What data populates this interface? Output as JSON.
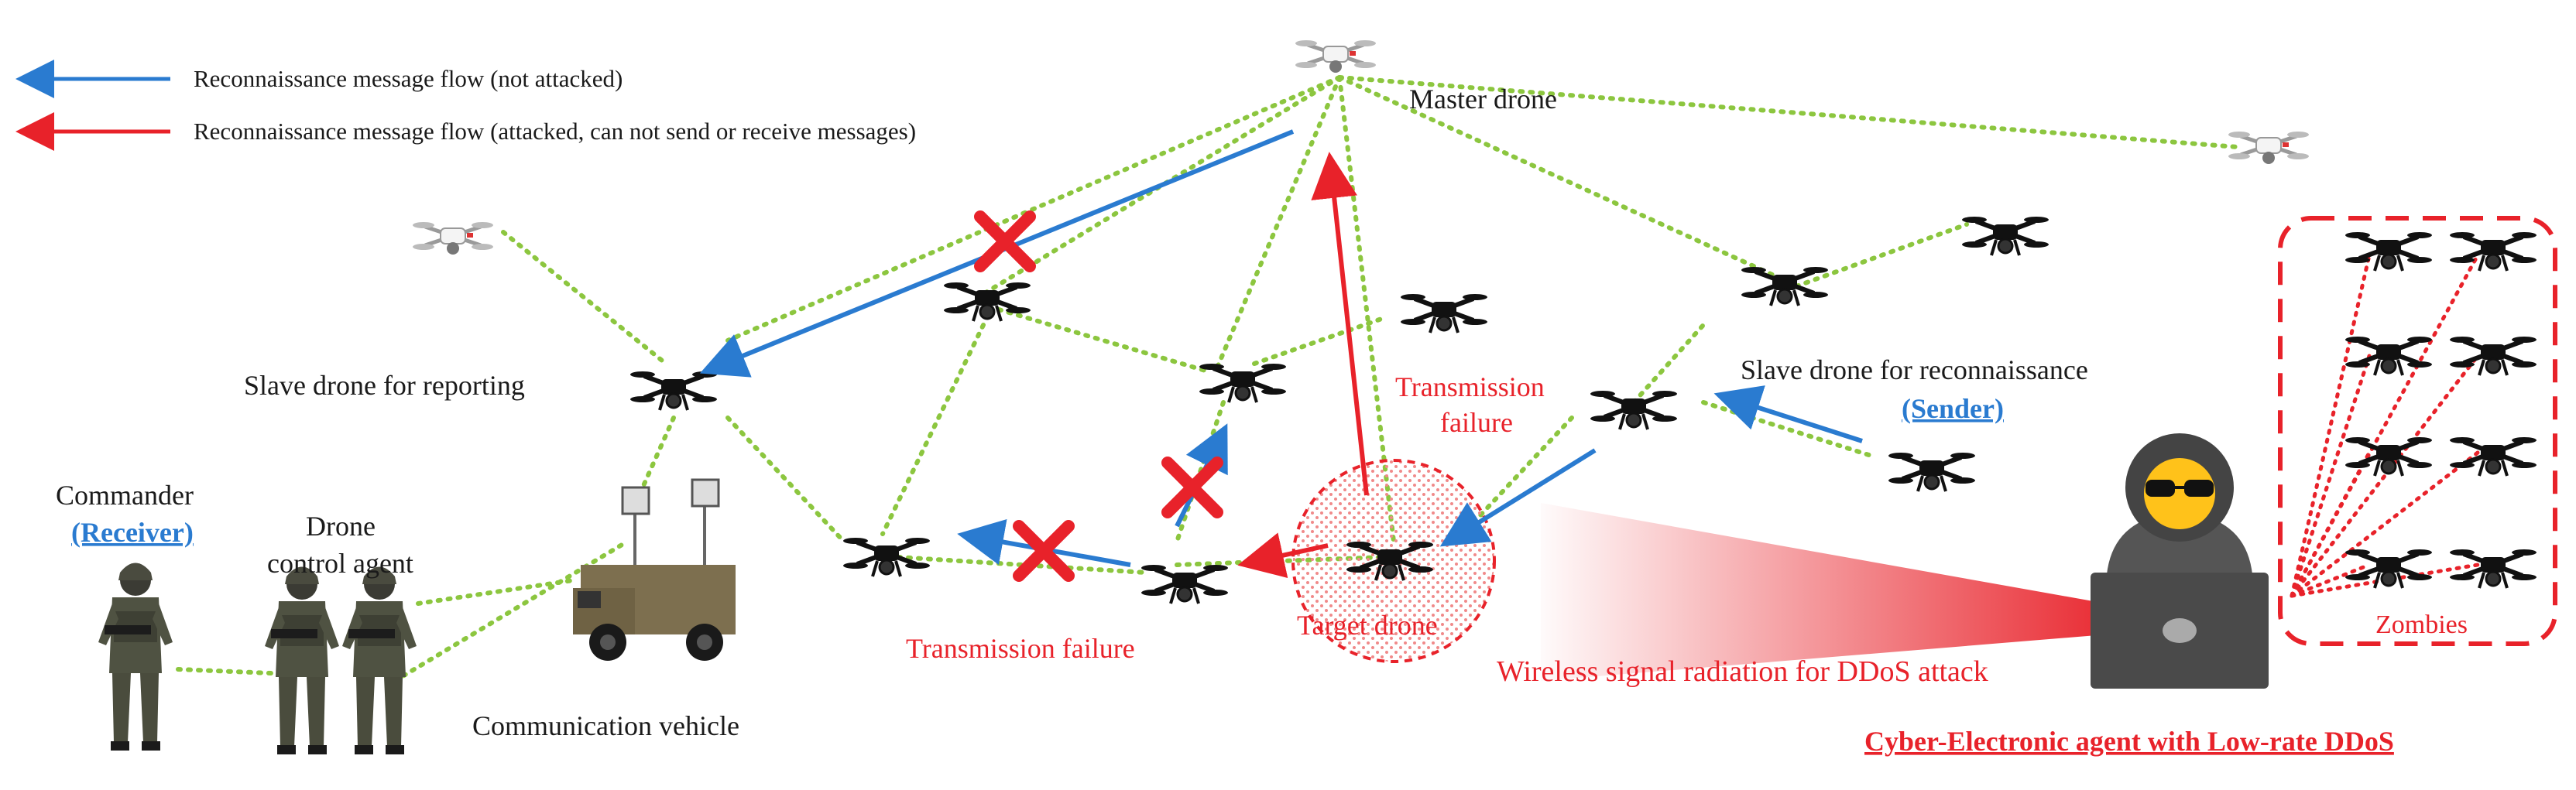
{
  "legend": {
    "blue_label": "Reconnaissance message flow (not attacked)",
    "red_label": "Reconnaissance message flow (attacked, can not send or receive messages)"
  },
  "labels": {
    "master_drone": "Master drone",
    "slave_reporting": "Slave drone for reporting",
    "slave_recon": "Slave drone for reconnaissance",
    "sender": "(Sender)",
    "commander": "Commander",
    "receiver": "(Receiver)",
    "drone_agent_line1": "Drone",
    "drone_agent_line2": "control agent",
    "comm_vehicle": "Communication vehicle",
    "transmission_failure": "Transmission failure",
    "transmission_failure_line1": "Transmission",
    "transmission_failure_line2": "failure",
    "target_drone": "Target drone",
    "wireless_radiation": "Wireless signal radiation for DDoS attack",
    "zombies": "Zombies",
    "cyber_agent": "Cyber-Electronic  agent with Low-rate DDoS"
  },
  "colors": {
    "blue_flow": "#2a7bd0",
    "red_flow": "#e8222a",
    "link_green": "#8cc63f"
  },
  "icons": [
    "drone-icon",
    "cross-icon",
    "hacker-icon",
    "soldier-icon",
    "vehicle-icon"
  ]
}
